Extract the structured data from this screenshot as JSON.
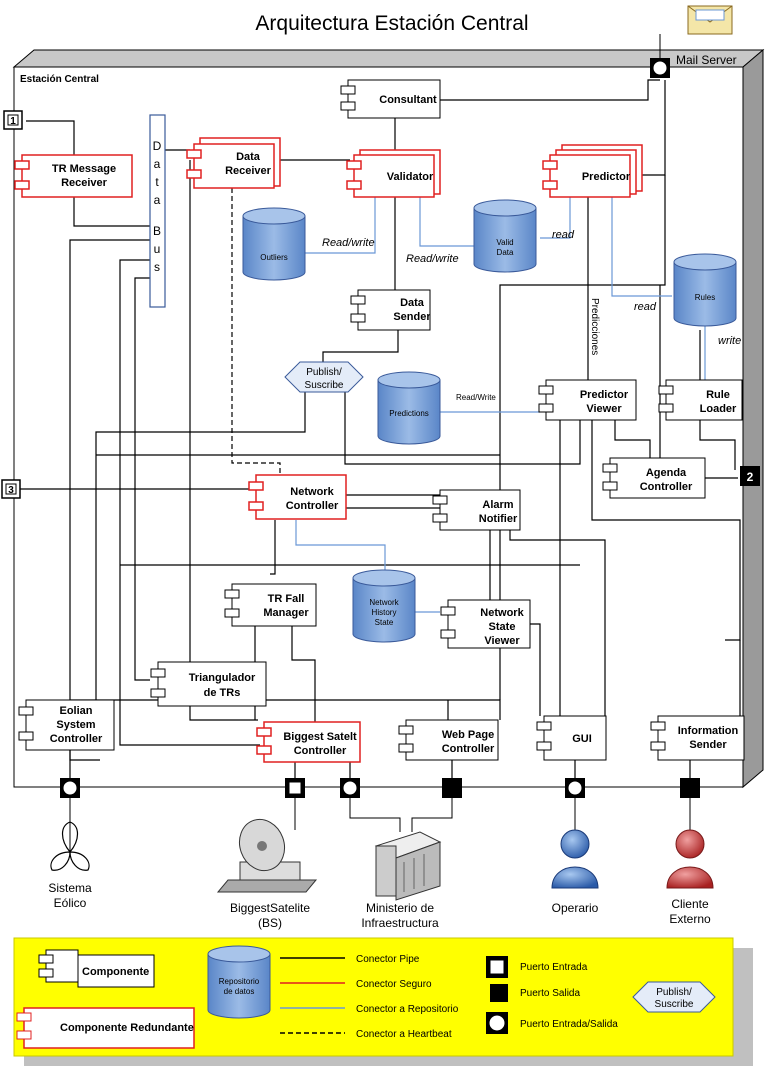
{
  "title": "Arquitectura Estación Central",
  "system_label": "Estación Central",
  "mail_server": "Mail Server",
  "colors": {
    "secure": "#e02020",
    "repo": "#6b98d6",
    "legend_bg": "#ffff00"
  },
  "ports": {
    "p1": "1",
    "p2": "2",
    "p3": "3"
  },
  "components": {
    "tr_message_receiver": [
      "TR Message",
      "Receiver"
    ],
    "data_receiver": [
      "Data",
      "Receiver"
    ],
    "validator": [
      "Validator"
    ],
    "consultant": [
      "Consultant"
    ],
    "predictor": [
      "Predictor"
    ],
    "data_sender": [
      "Data",
      "Sender"
    ],
    "predictor_viewer": [
      "Predictor",
      "Viewer"
    ],
    "rule_loader": [
      "Rule",
      "Loader"
    ],
    "agenda_controller": [
      "Agenda",
      "Controller"
    ],
    "network_controller": [
      "Network",
      "Controller"
    ],
    "alarm_notifier": [
      "Alarm",
      "Notifier"
    ],
    "tr_fall_manager": [
      "TR Fall",
      "Manager"
    ],
    "network_state_viewer": [
      "Network",
      "State",
      "Viewer"
    ],
    "triangulador": [
      "Triangulador",
      "de TRs"
    ],
    "eolian": [
      "Eolian",
      "System",
      "Controller"
    ],
    "biggest_satelt_controller": [
      "Biggest Satelt",
      "Controller"
    ],
    "web_page_controller": [
      "Web Page",
      "Controller"
    ],
    "gui": [
      "GUI"
    ],
    "information_sender": [
      "Information",
      "Sender"
    ]
  },
  "databus": [
    "D",
    "a",
    "t",
    "a",
    "B",
    "u",
    "s"
  ],
  "repos": {
    "outliers": [
      "Outliers"
    ],
    "valid_data": [
      "Valid",
      "Data"
    ],
    "rules": [
      "Rules"
    ],
    "predictions": [
      "Predictions"
    ],
    "network_history": [
      "Network",
      "History",
      "State"
    ]
  },
  "publish": [
    "Publish/",
    "Suscribe"
  ],
  "connector_labels": {
    "rw1": "Read/write",
    "rw2": "Read/write",
    "read1": "read",
    "read2": "read",
    "write": "write",
    "rw3": "Read/Write",
    "predicciones": "Predicciones"
  },
  "actors": {
    "sistema": [
      "Sistema",
      "Eólico"
    ],
    "biggest": [
      "BiggestSatelite",
      "(BS)"
    ],
    "ministerio": [
      "Ministerio de",
      "Infraestructura"
    ],
    "operario": [
      "Operario"
    ],
    "cliente": [
      "Cliente",
      "Externo"
    ]
  },
  "legend": {
    "componente": "Componente",
    "redundante": "Componente Redundante",
    "repositorio": [
      "Repositorio",
      "de datos"
    ],
    "pipe": "Conector Pipe",
    "seguro": "Conector Seguro",
    "repo": "Conector a Repositorio",
    "heartbeat": "Conector a Heartbeat",
    "entrada": "Puerto Entrada",
    "salida": "Puerto Salida",
    "es": "Puerto Entrada/Salida",
    "publish": [
      "Publish/",
      "Suscribe"
    ]
  }
}
